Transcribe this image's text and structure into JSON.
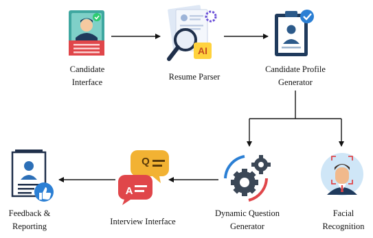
{
  "diagram": {
    "nodes": {
      "candidate_interface": {
        "label_lines": [
          "Candidate",
          "Interface"
        ],
        "icon": "candidate-card-icon"
      },
      "resume_parser": {
        "label_lines": [
          "Resume Parser"
        ],
        "icon": "resume-magnifier-ai-icon",
        "badge": "AI"
      },
      "profile_generator": {
        "label_lines": [
          "Candidate Profile",
          "Generator"
        ],
        "icon": "profile-clipboard-check-icon"
      },
      "question_generator": {
        "label_lines": [
          "Dynamic Question",
          "Generator"
        ],
        "icon": "gears-cycle-icon"
      },
      "facial_recognition": {
        "label_lines": [
          "Facial",
          "Recognition"
        ],
        "icon": "face-scan-icon"
      },
      "interview_interface": {
        "label_lines": [
          "Interview Interface"
        ],
        "icon": "qa-speech-bubbles-icon",
        "bubbles": [
          "Q",
          "A"
        ]
      },
      "feedback_reporting": {
        "label_lines": [
          "Feedback &",
          "Reporting"
        ],
        "icon": "report-thumbs-up-icon"
      }
    },
    "edges": [
      {
        "from": "candidate_interface",
        "to": "resume_parser"
      },
      {
        "from": "resume_parser",
        "to": "profile_generator"
      },
      {
        "from": "profile_generator",
        "to": "question_generator"
      },
      {
        "from": "profile_generator",
        "to": "facial_recognition"
      },
      {
        "from": "question_generator",
        "to": "interview_interface"
      },
      {
        "from": "interview_interface",
        "to": "feedback_reporting"
      }
    ],
    "colors": {
      "arrow": "#111111",
      "navy": "#1f3a5c",
      "teal": "#2bb3c0",
      "red_accent": "#e0464a",
      "gold": "#f2b233",
      "blue_light": "#cfe6f7"
    }
  }
}
